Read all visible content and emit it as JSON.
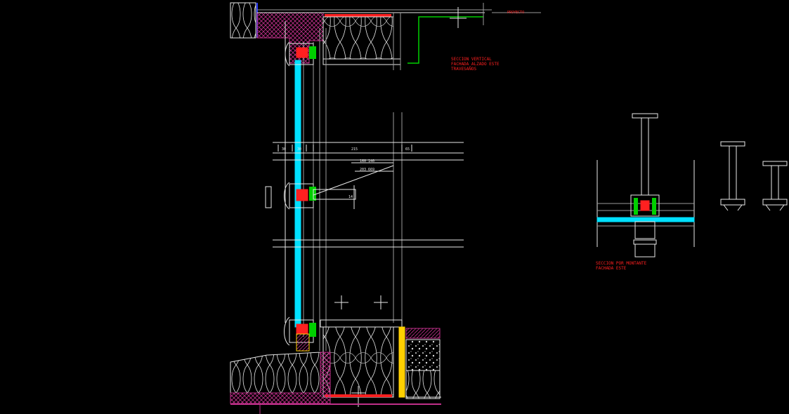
{
  "drawing": {
    "annotations": {
      "vertical_section": [
        "SECCION VERTICAL",
        "FACHADA ALZADO ESTE",
        "TRAVESAÑOS"
      ],
      "mullion_section": [
        "SECCION POR MONTANTE",
        "FACHADA ESTE"
      ],
      "top_right_tag": "PROYECTO"
    },
    "dimensions": {
      "module_a": "30",
      "module_b": "30",
      "module_c": "215",
      "module_d": "65",
      "callout_1": "160 140",
      "callout_2": "203 669",
      "callout_3": "14"
    }
  },
  "colors": {
    "background": "#000000",
    "line_white": "#e8e8e8",
    "line_gray": "#9a9a9a",
    "glass_cyan": "#00e0ff",
    "annotation_red": "#ff2020",
    "brick_magenta": "#c0308a",
    "accent_green": "#00d000",
    "accent_yellow": "#ffd000",
    "accent_blue": "#2a3cff"
  }
}
